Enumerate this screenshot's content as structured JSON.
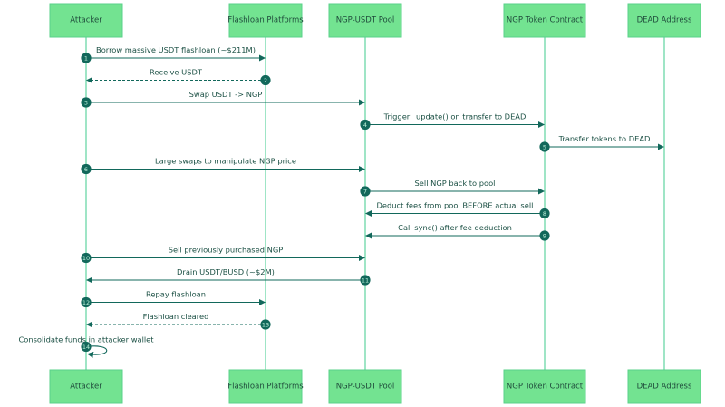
{
  "colors": {
    "actor_fill": "#73e391",
    "lifeline": "#3fcb8e",
    "message": "#12685b",
    "text": "#1a4f43"
  },
  "actors": [
    {
      "id": "attacker",
      "label": "Attacker"
    },
    {
      "id": "flashloan",
      "label": "Flashloan Platforms"
    },
    {
      "id": "pool",
      "label": "NGP-USDT Pool"
    },
    {
      "id": "token",
      "label": "NGP Token Contract"
    },
    {
      "id": "dead",
      "label": "DEAD Address"
    }
  ],
  "messages": [
    {
      "seq": "1",
      "from": "attacker",
      "to": "flashloan",
      "label": "Borrow massive USDT flashloan (~$211M)",
      "style": "solid"
    },
    {
      "seq": "2",
      "from": "flashloan",
      "to": "attacker",
      "label": "Receive USDT",
      "style": "dashed"
    },
    {
      "seq": "3",
      "from": "attacker",
      "to": "pool",
      "label": "Swap USDT -> NGP",
      "style": "solid"
    },
    {
      "seq": "4",
      "from": "pool",
      "to": "token",
      "label": "Trigger _update() on transfer to DEAD",
      "style": "solid"
    },
    {
      "seq": "5",
      "from": "token",
      "to": "dead",
      "label": "Transfer tokens to DEAD",
      "style": "solid"
    },
    {
      "seq": "6",
      "from": "attacker",
      "to": "pool",
      "label": "Large swaps to manipulate NGP price",
      "style": "solid"
    },
    {
      "seq": "7",
      "from": "pool",
      "to": "token",
      "label": "Sell NGP back to pool",
      "style": "solid"
    },
    {
      "seq": "8",
      "from": "token",
      "to": "pool",
      "label": "Deduct fees from pool BEFORE actual sell",
      "style": "solid"
    },
    {
      "seq": "9",
      "from": "token",
      "to": "pool",
      "label": "Call sync() after fee deduction",
      "style": "solid"
    },
    {
      "seq": "10",
      "from": "attacker",
      "to": "pool",
      "label": "Sell previously purchased NGP",
      "style": "solid"
    },
    {
      "seq": "11",
      "from": "pool",
      "to": "attacker",
      "label": "Drain USDT/BUSD (~$2M)",
      "style": "solid"
    },
    {
      "seq": "12",
      "from": "attacker",
      "to": "flashloan",
      "label": "Repay flashloan",
      "style": "solid"
    },
    {
      "seq": "13",
      "from": "flashloan",
      "to": "attacker",
      "label": "Flashloan cleared",
      "style": "dashed"
    },
    {
      "seq": "14",
      "from": "attacker",
      "to": "attacker",
      "label": "Consolidate funds in attacker wallet",
      "style": "solid"
    }
  ]
}
